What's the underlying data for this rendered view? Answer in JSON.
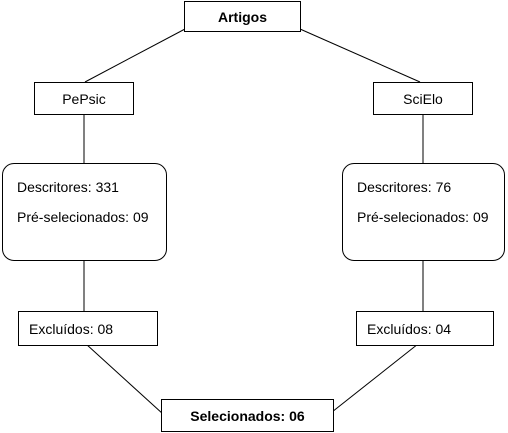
{
  "diagram": {
    "top": {
      "label": "Artigos"
    },
    "left": {
      "source": "PePsic",
      "descritores": "Descritores: 331",
      "preselecionados": "Pré-selecionados: 09",
      "excluidos": "Excluídos: 08"
    },
    "right": {
      "source": "SciElo",
      "descritores": "Descritores: 76",
      "preselecionados": "Pré-selecionados: 09",
      "excluidos": "Excluídos: 04"
    },
    "bottom": {
      "label": "Selecionados: 06"
    }
  }
}
